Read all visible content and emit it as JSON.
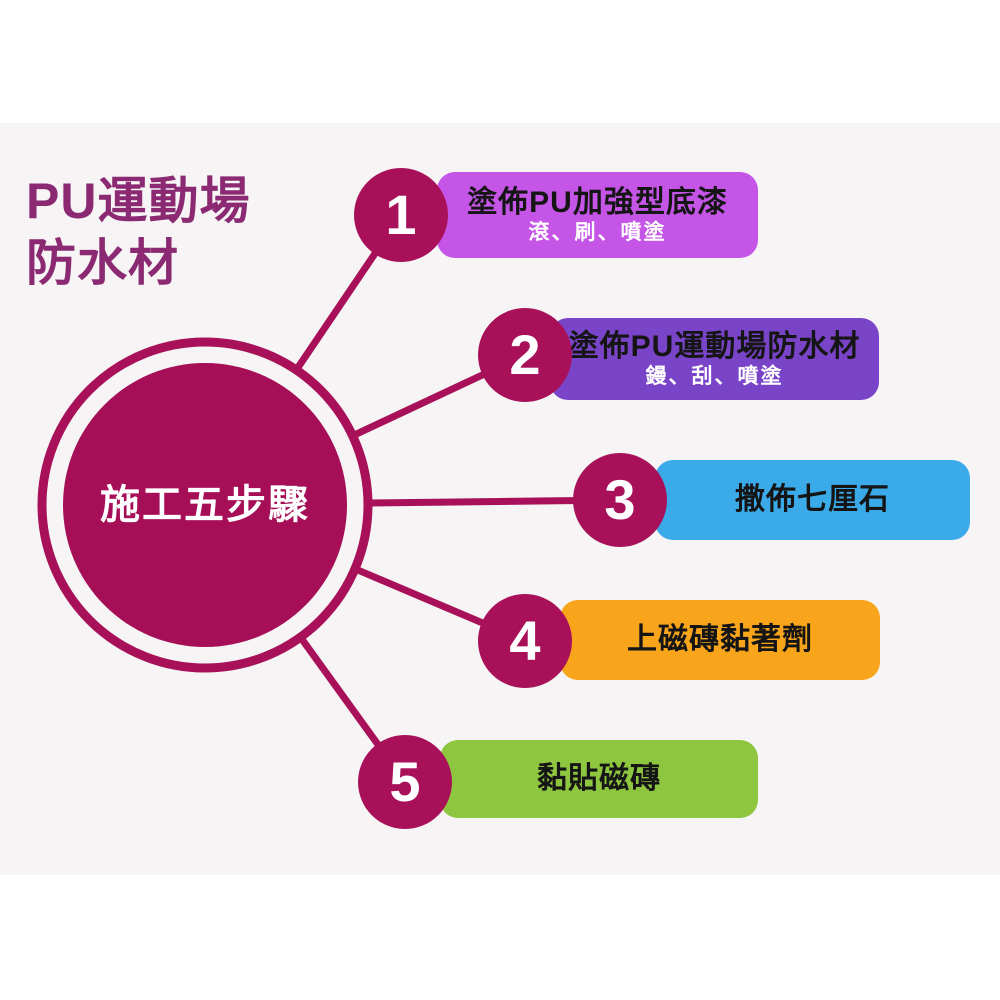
{
  "colors": {
    "accent": "#a81159",
    "center_fill": "#a60e57",
    "title_text": "#8b2a72",
    "band_background": "#f6f4f5",
    "page_background": "#ffffff",
    "step_title_text": "#151515",
    "step_subtitle_text": "#ffffff"
  },
  "title": {
    "line1": "PU運動場",
    "line2": "防水材"
  },
  "center": {
    "label": "施工五步驟"
  },
  "steps": [
    {
      "number": "1",
      "label": "塗佈PU加強型底漆",
      "sublabel": "滾、刷、噴塗",
      "color": "#c455e6"
    },
    {
      "number": "2",
      "label": "塗佈PU運動場防水材",
      "sublabel": "鏝、刮、噴塗",
      "color": "#7a44c8"
    },
    {
      "number": "3",
      "label": "撒佈七厘石",
      "color": "#3aaae8"
    },
    {
      "number": "4",
      "label": "上磁磚黏著劑",
      "color": "#f9a51b"
    },
    {
      "number": "5",
      "label": "黏貼磁磚",
      "color": "#8ec63f"
    }
  ]
}
